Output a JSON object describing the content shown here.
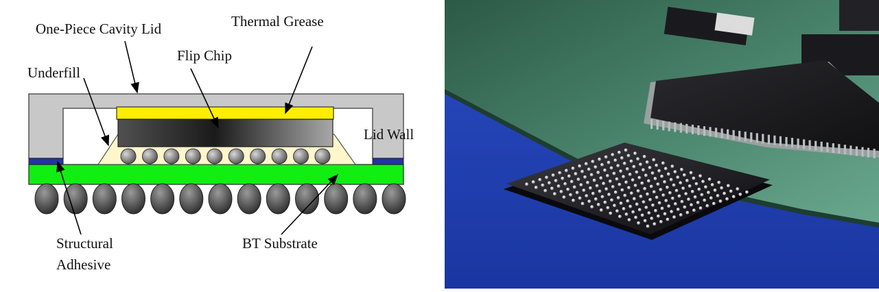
{
  "diagram": {
    "labels": {
      "thermal_grease": "Thermal Grease",
      "one_piece_cavity_lid": "One-Piece Cavity Lid",
      "flip_chip": "Flip Chip",
      "underfill": "Underfill",
      "lid_wall": "Lid Wall",
      "structural_adhesive_line1": "Structural",
      "structural_adhesive_line2": "Adhesive",
      "bt_substrate": "BT Substrate"
    },
    "colors": {
      "lid": "#c8c8c8",
      "thermal_grease": "#ffee00",
      "substrate": "#11ee11",
      "adhesive": "#2233aa",
      "underfill": "#fff6cc",
      "solder_ball": "#555555"
    },
    "counts": {
      "bumps": 10,
      "solder_balls": 13
    }
  },
  "photo": {
    "icons": [
      "pcb-board",
      "qfp-chip",
      "bga-chip"
    ],
    "colors": {
      "background": "#1f3fb0",
      "pcb": "#4e8a72",
      "chip": "#1b1b1e"
    }
  }
}
